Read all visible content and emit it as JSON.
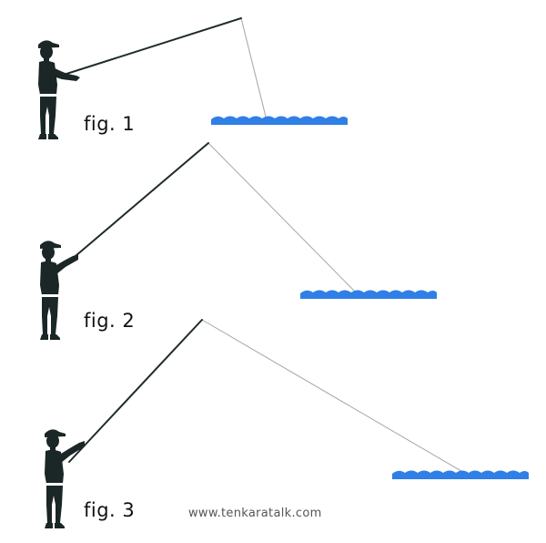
{
  "figures": [
    {
      "label": "fig. 1"
    },
    {
      "label": "fig. 2"
    },
    {
      "label": "fig. 3"
    }
  ],
  "watermark": "www.tenkaratalk.com",
  "colors": {
    "angler": "#1b2626",
    "rod": "#1f2b2b",
    "line": "#a6a6a6",
    "water": "#2f7fe6"
  }
}
